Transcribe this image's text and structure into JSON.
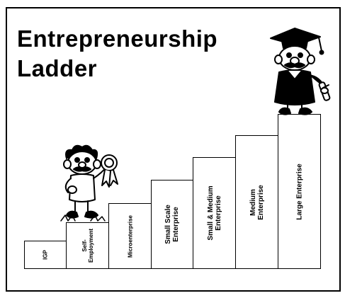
{
  "title": {
    "line1": "Entrepreneurship",
    "line2": "Ladder"
  },
  "steps": [
    {
      "label": "IGP"
    },
    {
      "label": "Self-\nEmployment"
    },
    {
      "label": "Microenterprise"
    },
    {
      "label": "Small Scale\nEnterprise"
    },
    {
      "label": "Small & Medium\nEnterprise"
    },
    {
      "label": "Medium\nEnterprise"
    },
    {
      "label": "Large Enterprise"
    }
  ],
  "icons": {
    "figure_bottom": "cartoon-man-with-ribbon-icon",
    "figure_top": "cartoon-graduate-with-diploma-icon"
  }
}
